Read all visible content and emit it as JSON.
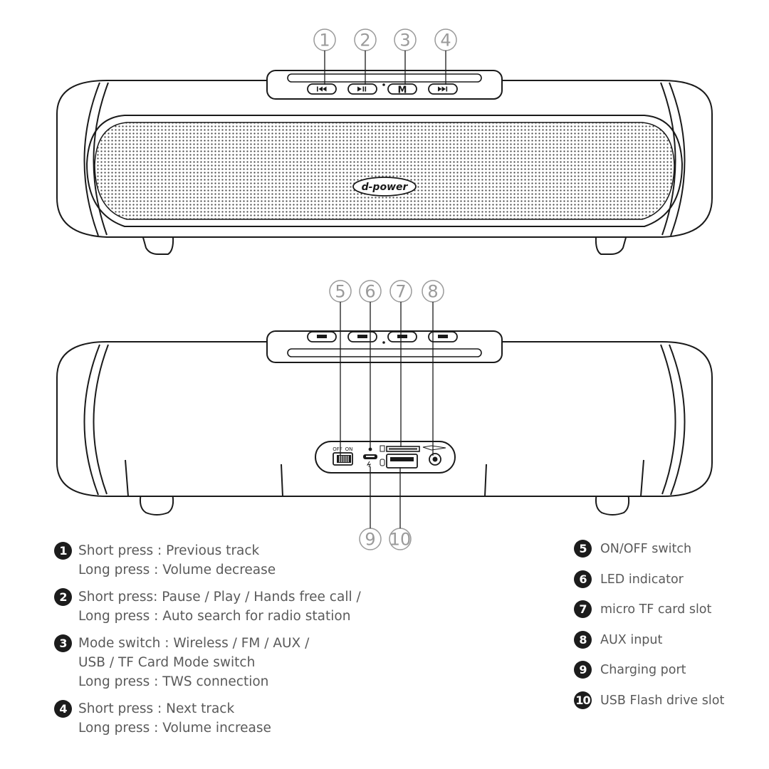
{
  "brand": "d-power",
  "top_view": {
    "callouts": [
      "1",
      "2",
      "3",
      "4"
    ],
    "buttons": [
      "prev-icon",
      "play-pause-icon",
      "M",
      "next-icon"
    ]
  },
  "back_view": {
    "callouts": [
      "5",
      "6",
      "7",
      "8",
      "9",
      "10"
    ],
    "switch_labels": {
      "off": "OFF",
      "on": "ON"
    }
  },
  "legend_left": [
    {
      "num": "1",
      "lines": [
        "Short press : Previous track",
        "Long press : Volume decrease"
      ]
    },
    {
      "num": "2",
      "lines": [
        "Short press: Pause / Play  / Hands free call /",
        "Long press : Auto search for radio station"
      ]
    },
    {
      "num": "3",
      "lines": [
        "Mode switch : Wireless / FM / AUX /",
        "USB / TF Card Mode switch",
        "Long press : TWS connection"
      ]
    },
    {
      "num": "4",
      "lines": [
        "Short press : Next track",
        "Long press : Volume increase"
      ]
    }
  ],
  "legend_right": [
    {
      "num": "5",
      "text": "ON/OFF switch"
    },
    {
      "num": "6",
      "text": "LED indicator"
    },
    {
      "num": "7",
      "text": "micro TF card slot"
    },
    {
      "num": "8",
      "text": "AUX input"
    },
    {
      "num": "9",
      "text": "Charging port"
    },
    {
      "num": "10",
      "text": "USB Flash drive slot"
    }
  ],
  "colors": {
    "outline": "#1a1a1a",
    "callout": "#9a9a9a",
    "badge": "#1c1c1c",
    "text": "#5a5a5a"
  }
}
